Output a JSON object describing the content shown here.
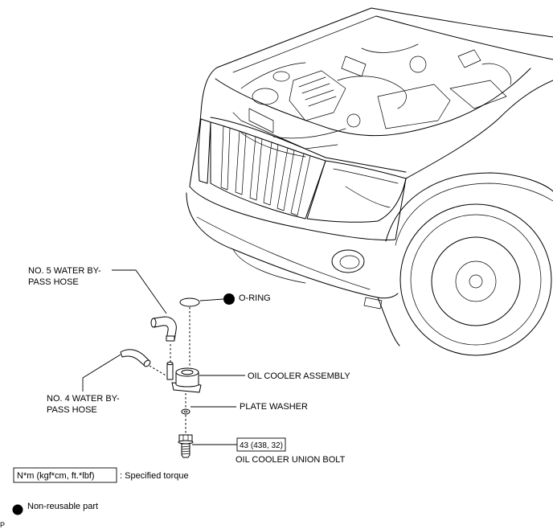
{
  "labels": {
    "no5_hose": [
      "NO. 5 WATER BY-",
      "PASS HOSE"
    ],
    "o_ring": "O-RING",
    "oil_cooler_assembly": "OIL COOLER ASSEMBLY",
    "no4_hose": [
      "NO. 4 WATER BY-",
      "PASS HOSE"
    ],
    "plate_washer": "PLATE WASHER",
    "torque_value": "43 (438, 32)",
    "union_bolt": "OIL COOLER UNION BOLT"
  },
  "legend": {
    "torque_units": "N*m (kgf*cm, ft.*lbf)",
    "torque_desc": ": Specified torque",
    "non_reusable": "Non-reusable part"
  },
  "corner_mark": "P",
  "colors": {
    "line": "#000000",
    "background": "#ffffff"
  }
}
